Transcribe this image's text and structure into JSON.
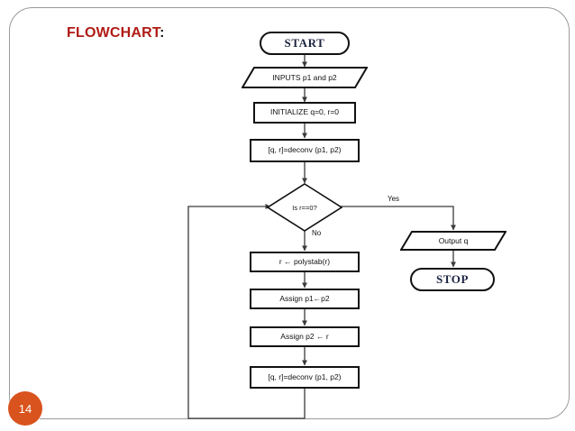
{
  "slide": {
    "title_main": "FLOWCHART",
    "title_colon": ":",
    "page_number": "14",
    "accent_red": "#b01b16",
    "badge_color": "#d9531e",
    "frame_color": "#9a9a9a"
  },
  "flowchart": {
    "type": "flowchart",
    "nodes": [
      {
        "id": "start",
        "shape": "terminator",
        "label": "START"
      },
      {
        "id": "inputs",
        "shape": "parallelogram",
        "label": "INPUTS p1 and p2"
      },
      {
        "id": "initialize",
        "shape": "process",
        "label": "INITIALIZE q=0, r=0"
      },
      {
        "id": "deconv1",
        "shape": "process",
        "label": "[q, r]=deconv (p1, p2)"
      },
      {
        "id": "decision",
        "shape": "diamond",
        "label": "Is r==0?"
      },
      {
        "id": "output",
        "shape": "parallelogram",
        "label": "Output q"
      },
      {
        "id": "stop",
        "shape": "terminator",
        "label": "STOP"
      },
      {
        "id": "polystab",
        "shape": "process",
        "label": "r  ← polystab(r)"
      },
      {
        "id": "assign_p1",
        "shape": "process",
        "label": "Assign p1←p2"
      },
      {
        "id": "assign_p2",
        "shape": "process",
        "label": "Assign p2 ← r"
      },
      {
        "id": "deconv2",
        "shape": "process",
        "label": "[q, r]=deconv (p1, p2)"
      }
    ],
    "edge_labels": {
      "yes": "Yes",
      "no": "No"
    },
    "edges": [
      {
        "from": "start",
        "to": "inputs"
      },
      {
        "from": "inputs",
        "to": "initialize"
      },
      {
        "from": "initialize",
        "to": "deconv1"
      },
      {
        "from": "deconv1",
        "to": "decision"
      },
      {
        "from": "decision",
        "to": "output",
        "label": "Yes"
      },
      {
        "from": "output",
        "to": "stop"
      },
      {
        "from": "decision",
        "to": "polystab",
        "label": "No"
      },
      {
        "from": "polystab",
        "to": "assign_p1"
      },
      {
        "from": "assign_p1",
        "to": "assign_p2"
      },
      {
        "from": "assign_p2",
        "to": "deconv2"
      },
      {
        "from": "deconv2",
        "to": "decision",
        "label": ""
      }
    ]
  }
}
